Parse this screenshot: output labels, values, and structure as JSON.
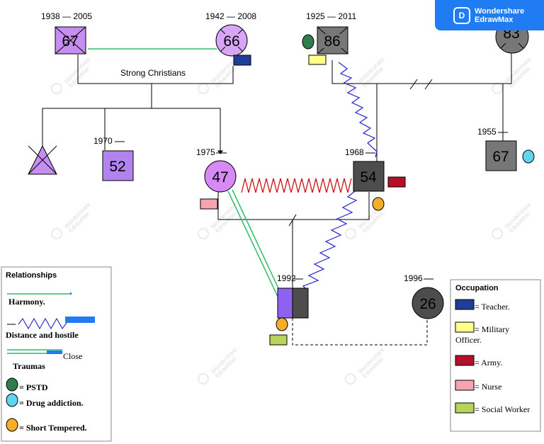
{
  "brand": {
    "line1": "Wondershare",
    "line2": "EdrawMax"
  },
  "watermark": {
    "line1": "Wondershare",
    "line2": "EdrawMax"
  },
  "couple_labels": {
    "strong_christians": "Strong Christians"
  },
  "people": {
    "grandfather_paternal": {
      "years": "1938 — 2005",
      "age": "67"
    },
    "grandmother_paternal": {
      "years": "1942 — 2008",
      "age": "66"
    },
    "grandfather_maternal": {
      "years": "1925 — 2011",
      "age": "86"
    },
    "grandmother_maternal": {
      "age": "83"
    },
    "uncle": {
      "years": "1970",
      "age": "52"
    },
    "mother": {
      "years": "1975",
      "age": "47"
    },
    "father": {
      "years": "1968",
      "age": "54"
    },
    "half_sibling": {
      "years": "1955",
      "age": "67"
    },
    "client": {
      "years": "1992"
    },
    "partner": {
      "years": "1996",
      "age": "26"
    }
  },
  "legend_left": {
    "title": "Relationships",
    "harmony": "Harmony.",
    "distance": "Distance and hostile",
    "close": "Close",
    "traumas": "Traumas",
    "ptsd": "= PSTD",
    "drug": "= Drug addiction.",
    "temper": "= Short Tempered."
  },
  "legend_right": {
    "title": "Occupation",
    "teacher": "= Teacher.",
    "military_1": "= Military",
    "military_2": "Officer.",
    "army": "= Army.",
    "nurse": "= Nurse",
    "social": "= Social Worker"
  },
  "colors": {
    "purple": "#c58ef0",
    "grey": "#777777",
    "dark": "#4d4d4d",
    "green_line": "#2ebc6b",
    "hostile": "#2222cc",
    "conflict": "#cc1111",
    "teacher": "#1f3e9a",
    "military": "#ffff8a",
    "army": "#b5102a",
    "nurse": "#f6a5ae",
    "social": "#b7d35a",
    "ptsd": "#2e7d4a",
    "drug": "#5fd5f0",
    "temper": "#f5ae28"
  }
}
